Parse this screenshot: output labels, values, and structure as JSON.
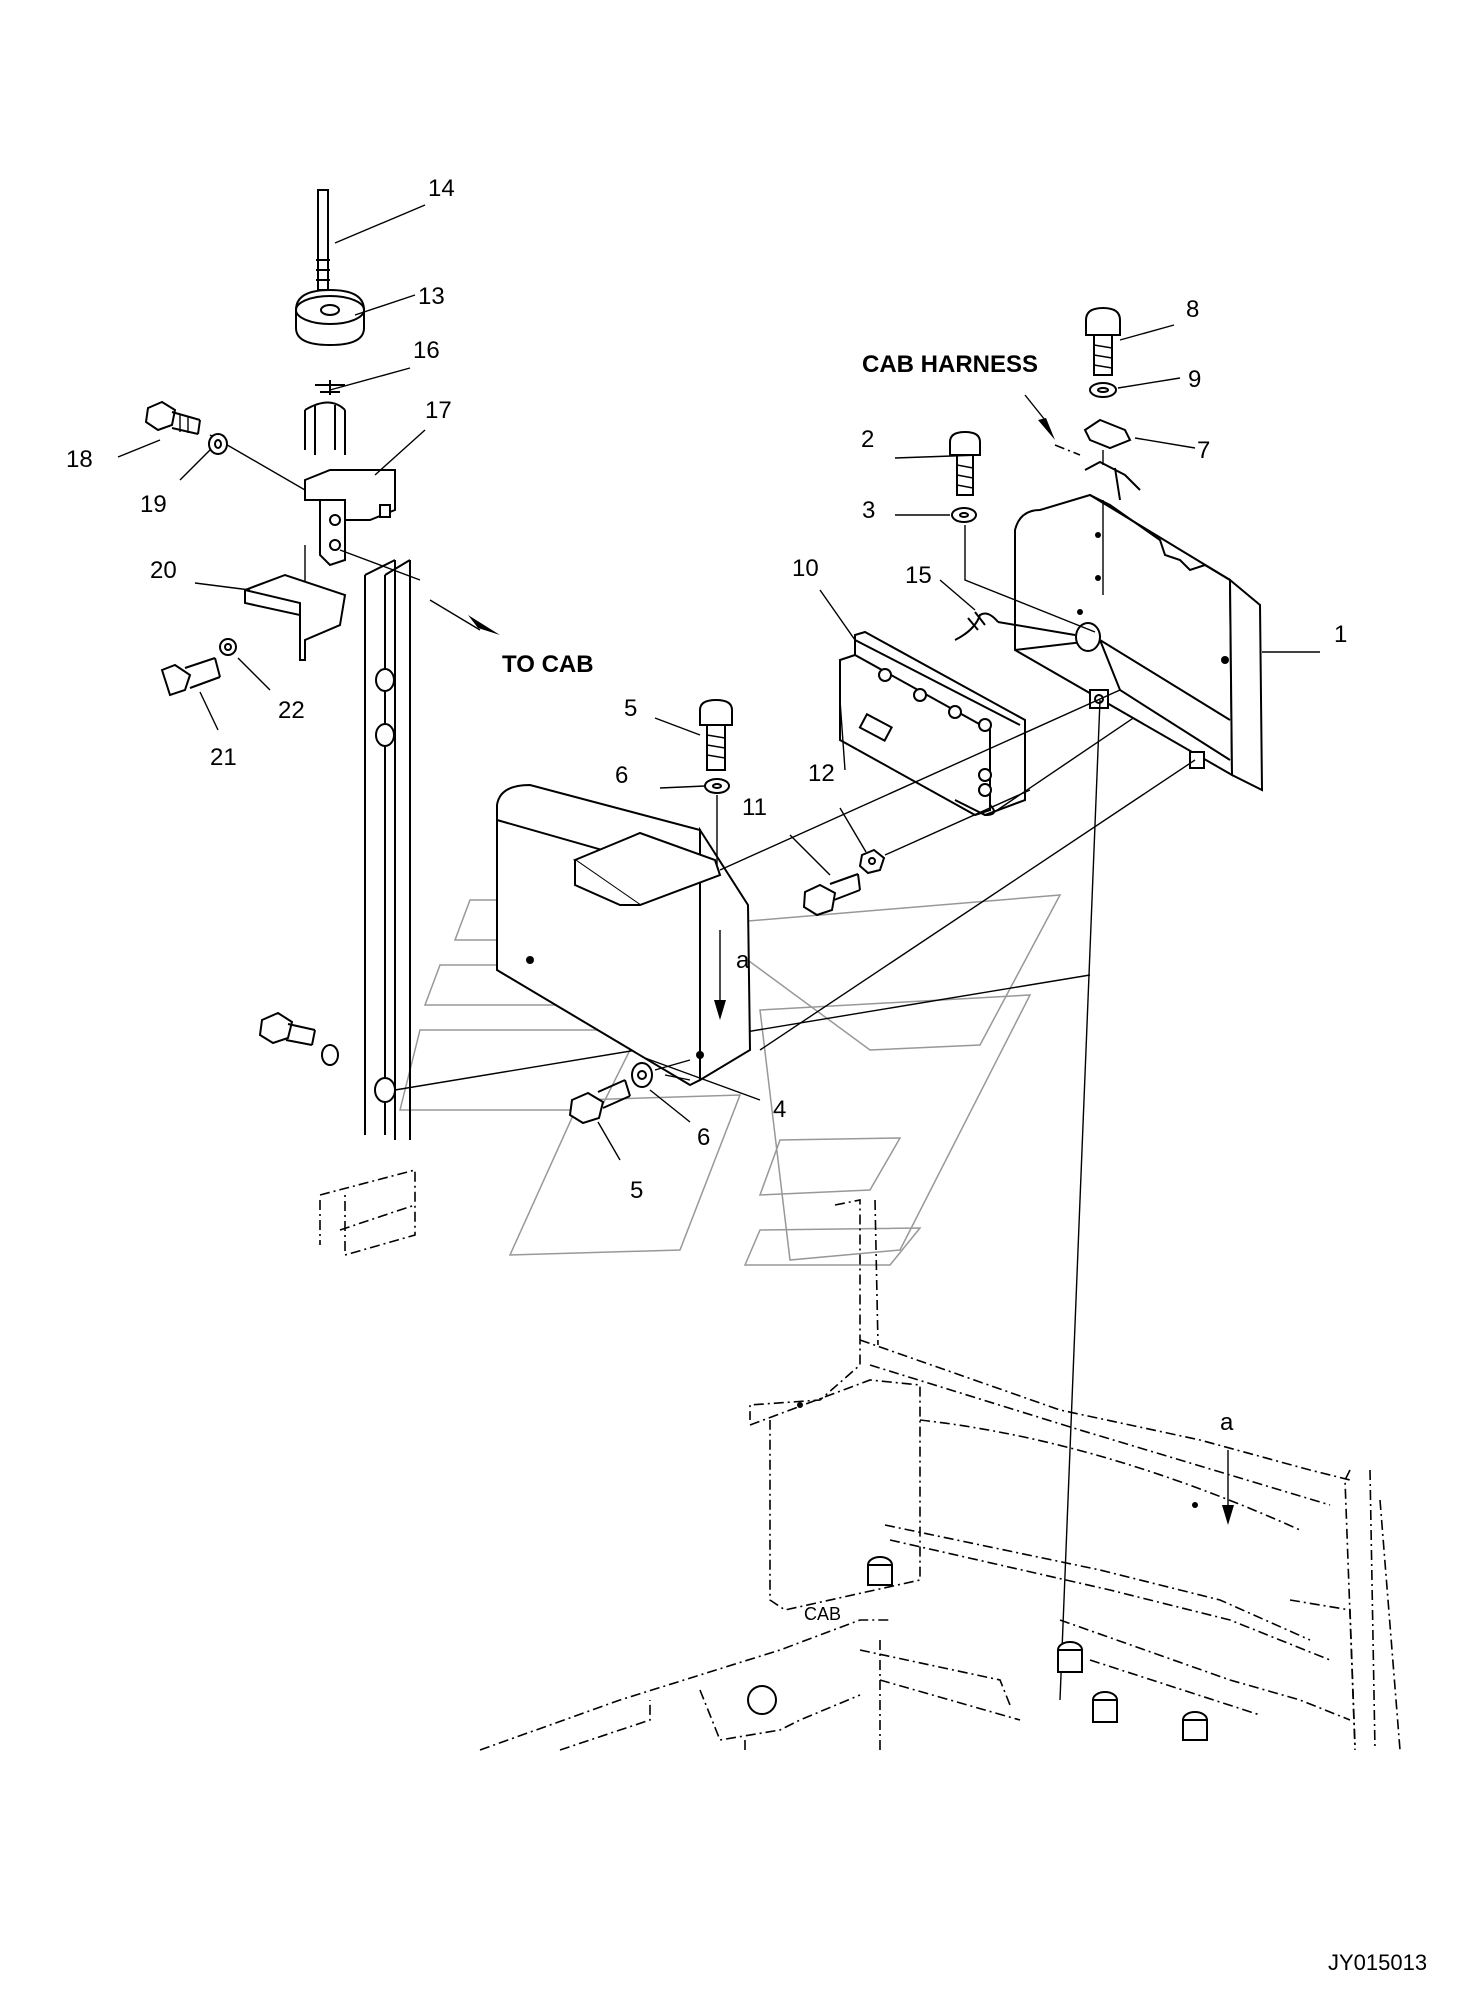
{
  "figure_ref": "JY015013",
  "callouts": {
    "c1": "1",
    "c2": "2",
    "c3": "3",
    "c4": "4",
    "c5a": "5",
    "c5b": "5",
    "c6a": "6",
    "c6b": "6",
    "c7": "7",
    "c8": "8",
    "c9": "9",
    "c10": "10",
    "c11": "11",
    "c12": "12",
    "c13": "13",
    "c14": "14",
    "c15": "15",
    "c16": "16",
    "c17": "17",
    "c18": "18",
    "c19": "19",
    "c20": "20",
    "c21": "21",
    "c22": "22"
  },
  "labels": {
    "cab_harness": "CAB HARNESS",
    "to_cab": "TO CAB",
    "cab": "CAB",
    "view_a1": "a",
    "view_a2": "a"
  }
}
